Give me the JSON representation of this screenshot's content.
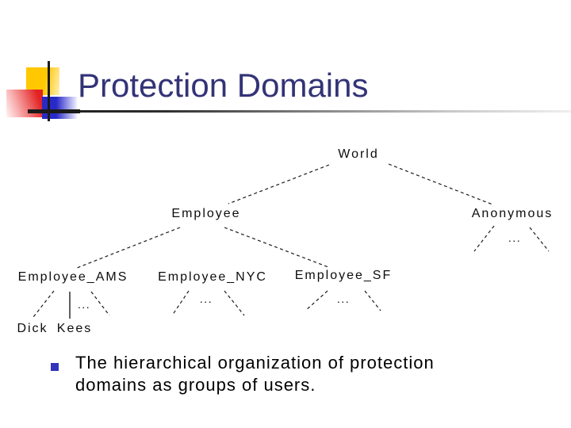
{
  "slide": {
    "title": "Protection Domains",
    "caption_lines": [
      "The hierarchical organization of protection",
      "domains as groups of users."
    ]
  },
  "tree": {
    "nodes": {
      "world": "World",
      "employee": "Employee",
      "anonymous": "Anonymous",
      "employee_ams": "Employee_AMS",
      "employee_nyc": "Employee_NYC",
      "employee_sf": "Employee_SF",
      "dick": "Dick",
      "kees": "Kees",
      "ellipsis": "..."
    },
    "hierarchy": {
      "World": [
        "Employee",
        "Anonymous"
      ],
      "Employee": [
        "Employee_AMS",
        "Employee_NYC",
        "Employee_SF"
      ],
      "Anonymous": [
        "..."
      ],
      "Employee_AMS": [
        "Dick",
        "Kees",
        "..."
      ],
      "Employee_NYC": [
        "..."
      ],
      "Employee_SF": [
        "..."
      ]
    }
  },
  "colors": {
    "title_text": "#333377",
    "bullet_square": "#3333BB",
    "tree_line": "#1B1B1B",
    "deco_yellow": "#FFC800",
    "deco_red": "#E32222",
    "deco_blue": "#2929C8"
  }
}
